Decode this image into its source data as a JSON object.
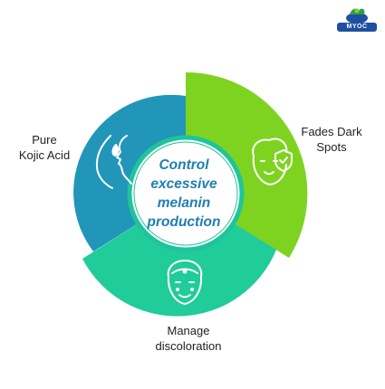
{
  "brand": {
    "logo_text": "MYOC"
  },
  "center": {
    "lines": [
      "Control",
      "excessive",
      "melanin",
      "production"
    ]
  },
  "segments": [
    {
      "id": "pure-kojic-acid",
      "lines": [
        "Pure",
        "Kojic Acid"
      ],
      "icon": "face-profile-droplet-icon",
      "color": "#2196b8"
    },
    {
      "id": "fades-dark-spots",
      "lines": [
        "Fades Dark",
        "Spots"
      ],
      "icon": "face-check-shield-icon",
      "color": "#7ed321"
    },
    {
      "id": "manage-discoloration",
      "lines": [
        "Manage",
        "discoloration"
      ],
      "icon": "face-mask-icon",
      "color": "#1fcc9a"
    }
  ],
  "colors": {
    "center_ring": "#1fc49c",
    "center_text": "#1f7fb0",
    "logo": "#1f4fa0"
  }
}
